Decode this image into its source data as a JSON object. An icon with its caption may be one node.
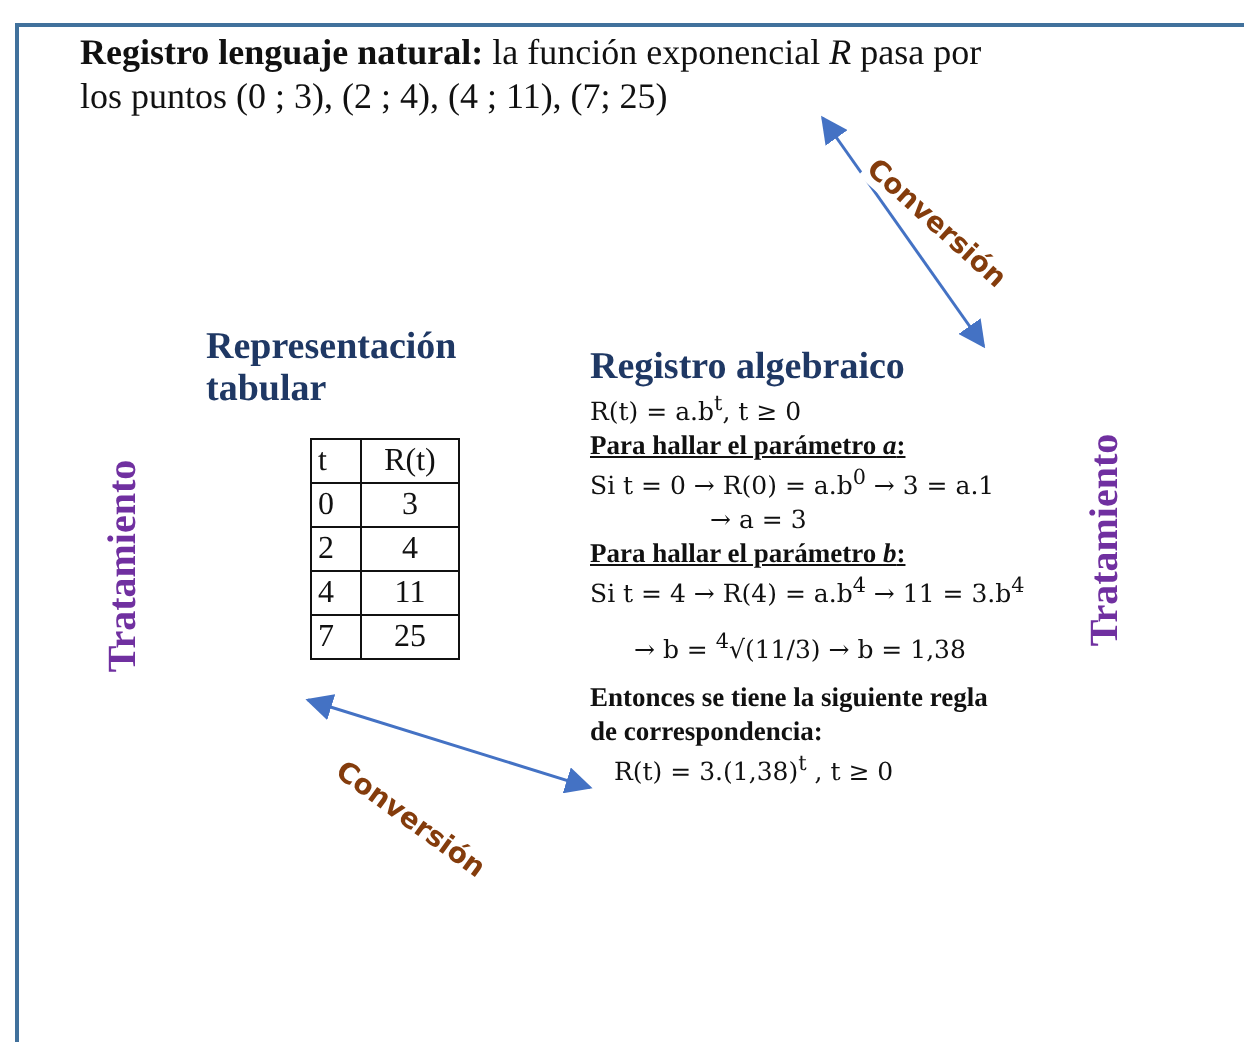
{
  "diagram": {
    "nodes": [
      {
        "text": [
          "**Registro lenguaje natural:** la función exponencial *R* pasa por los puntos (0 ; 3), (2 ; 4), (4 ; 11), (7; 25)"
        ]
      },
      {
        "text": [
          "Representación tabular"
        ]
      },
      {
        "text": [
          "Registro algebraico",
          "R(t) = a.b$^{t}$,   t ≥ 0",
          "Para hallar el parámetro *a*:",
          "Si    t = 0 → R(0) = a.b$^{0}$ → 3 = a.1",
          "→ a = 3",
          "Para hallar el parámetro *b*:",
          "Si    t = 4 → R(4) = a.b$^{4}$ → 11 = 3.b$^{4}$",
          "→ b = $^{4}$√(11/3)   → b = 1,38",
          "Entonces se tiene la siguiente regla de correspondencia:",
          "R(t) = 3.(1,38)$^{t}$ ,   t ≥ 0"
        ]
      }
    ],
    "edges": [
      {
        "from": 0,
        "to": 2,
        "arrow": "both",
        "label": "Conversión"
      },
      {
        "from": 1,
        "to": 2,
        "arrow": "both",
        "label": "Conversión"
      }
    ],
    "labels": [
      "Tratamiento",
      "t",
      "R(t)",
      "0",
      "3",
      "2",
      "4",
      "4",
      "11",
      "7",
      "25",
      "Tratamiento"
    ]
  }
}
